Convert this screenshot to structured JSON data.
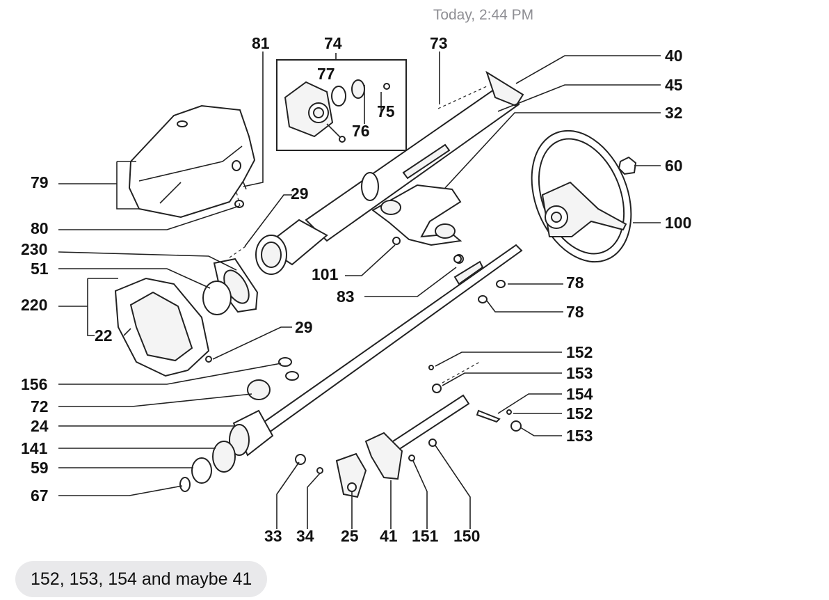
{
  "conversation": {
    "timestamp": "Today, 2:44 PM",
    "message": "152, 153, 154 and maybe 41"
  },
  "diagram": {
    "callouts": [
      "81",
      "74",
      "77",
      "73",
      "40",
      "45",
      "32",
      "75",
      "76",
      "79",
      "29",
      "60",
      "80",
      "230",
      "51",
      "220",
      "22",
      "100",
      "101",
      "83",
      "78",
      "78",
      "29",
      "152",
      "153",
      "154",
      "152",
      "153",
      "156",
      "72",
      "24",
      "141",
      "59",
      "67",
      "33",
      "34",
      "25",
      "41",
      "151",
      "150"
    ]
  }
}
